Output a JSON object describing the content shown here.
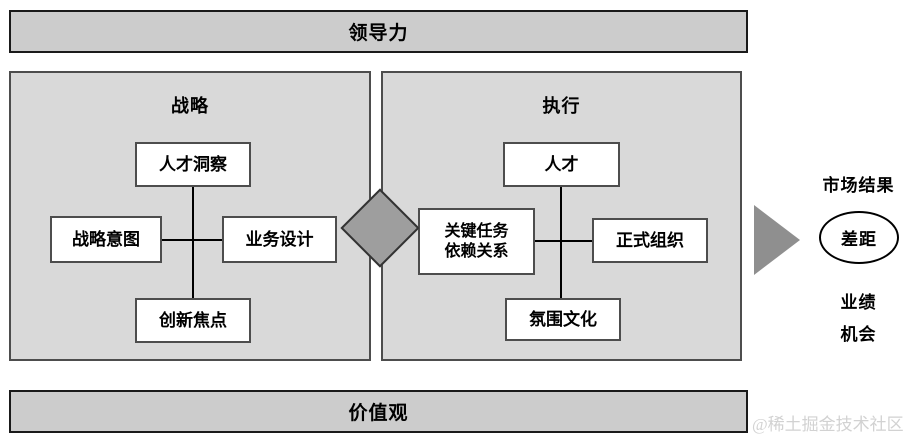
{
  "diagram": {
    "title_top": "领导力",
    "title_bottom": "价值观",
    "pillars": [
      {
        "title": "战略",
        "nodes": [
          {
            "id": "talent-insight",
            "label": "人才洞察"
          },
          {
            "id": "strategic-intent",
            "label": "战略意图"
          },
          {
            "id": "business-design",
            "label": "业务设计"
          },
          {
            "id": "innovation-focus",
            "label": "创新焦点"
          }
        ]
      },
      {
        "title": "执行",
        "nodes": [
          {
            "id": "talent",
            "label": "人才"
          },
          {
            "id": "key-tasks",
            "label": "关键任务\n依赖关系",
            "line1": "关键任务",
            "line2": "依赖关系"
          },
          {
            "id": "formal-org",
            "label": "正式组织"
          },
          {
            "id": "culture",
            "label": "氛围文化"
          }
        ]
      }
    ],
    "results": {
      "heading": "市场结果",
      "gap": "差距",
      "performance": "业绩",
      "opportunity": "机会"
    },
    "watermark": "@稀土掘金技术社区",
    "colors": {
      "banner_fill": "#cccccc",
      "banner_border": "#1a1a1a",
      "pillar_fill": "#d9d9d9",
      "pillar_border": "#4d4d4d",
      "node_fill": "#ffffff",
      "node_border": "#4d4d4d",
      "diamond_fill": "#9e9e9e",
      "diamond_border": "#333333",
      "arrow_fill": "#8f8f8f",
      "line": "#000000",
      "text": "#000000",
      "watermark": "#d2d2d2",
      "background": "#ffffff"
    }
  }
}
